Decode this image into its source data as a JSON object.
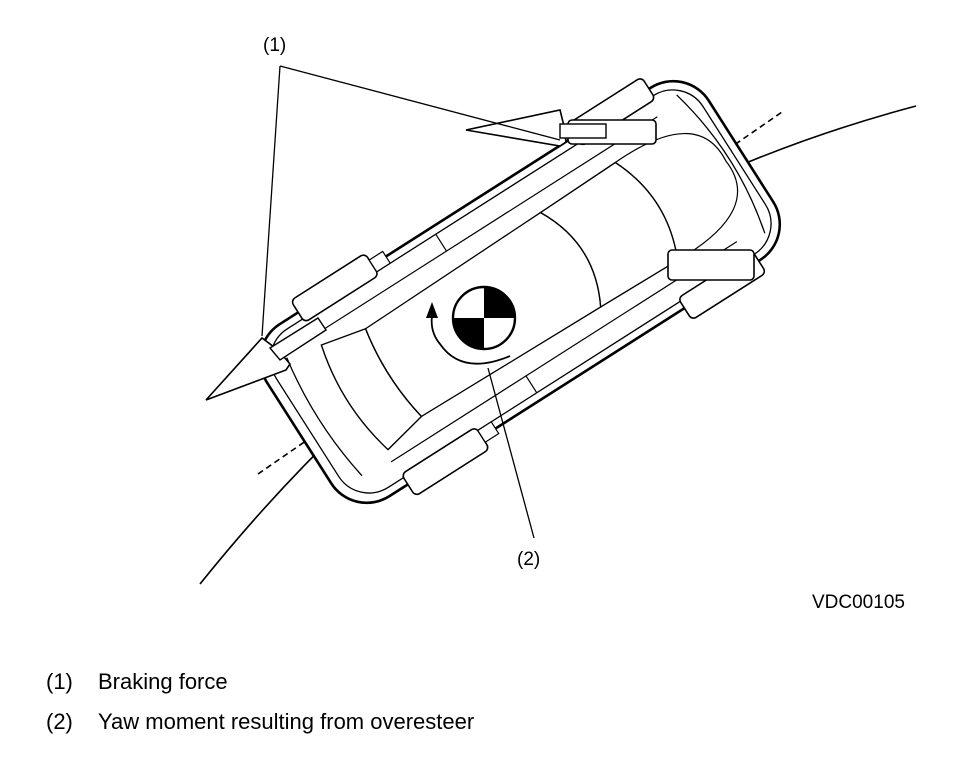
{
  "diagram": {
    "figure_code": "VDC00105",
    "callouts": [
      {
        "id": "1",
        "label": "(1)"
      },
      {
        "id": "2",
        "label": "(2)"
      }
    ]
  },
  "legend": {
    "items": [
      {
        "number": "(1)",
        "text": "Braking force"
      },
      {
        "number": "(2)",
        "text": "Yaw moment resulting from overesteer"
      }
    ]
  }
}
